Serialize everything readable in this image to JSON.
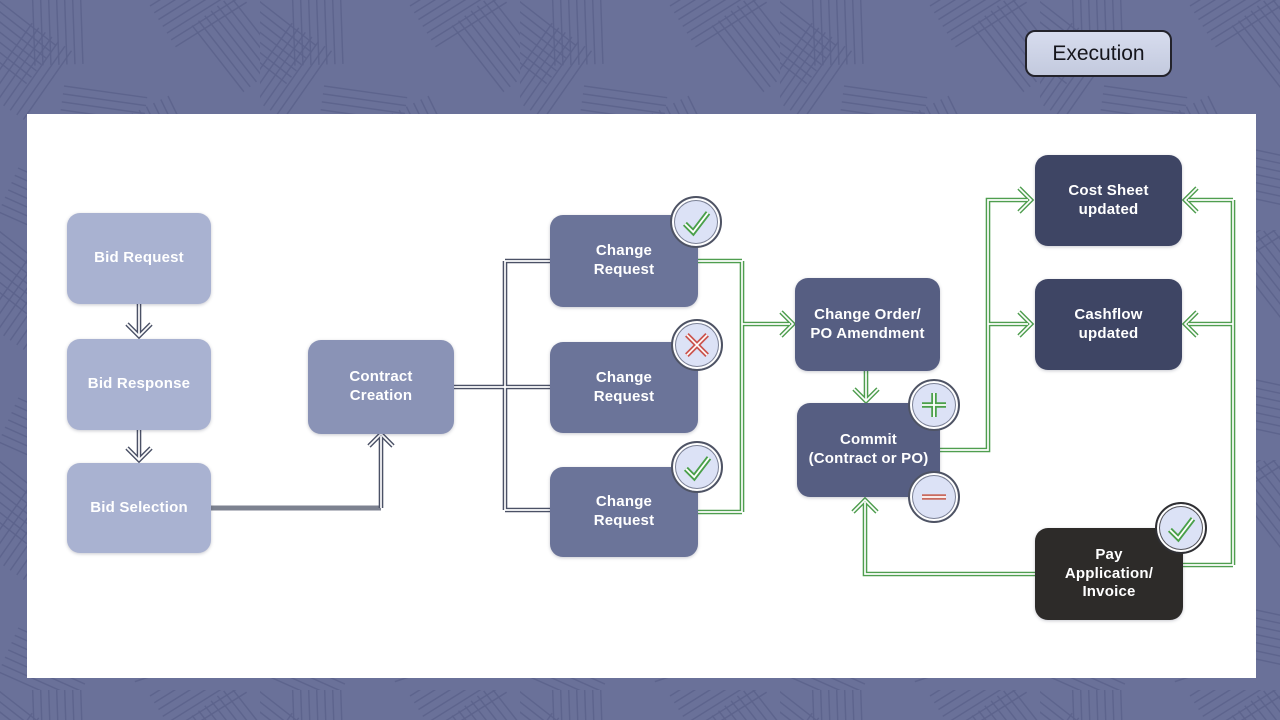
{
  "tab": {
    "label": "Execution"
  },
  "nodes": {
    "bid_request": {
      "label": "Bid Request"
    },
    "bid_response": {
      "label": "Bid Response"
    },
    "bid_selection": {
      "label": "Bid Selection"
    },
    "contract_creation": {
      "label": "Contract\nCreation"
    },
    "change_request_top": {
      "label": "Change\nRequest",
      "badge": "check"
    },
    "change_request_middle": {
      "label": "Change\nRequest",
      "badge": "cross"
    },
    "change_request_bottom": {
      "label": "Change\nRequest",
      "badge": "check"
    },
    "change_order": {
      "label": "Change Order/\nPO Amendment"
    },
    "commit": {
      "label": "Commit\n(Contract or PO)",
      "badge_top": "plus",
      "badge_bottom": "minus"
    },
    "cost_sheet": {
      "label": "Cost Sheet\nupdated"
    },
    "cashflow": {
      "label": "Cashflow\nupdated"
    },
    "pay_application": {
      "label": "Pay\nApplication/\nInvoice",
      "badge": "check"
    }
  },
  "colors": {
    "background": "#6a7199",
    "pattern_line": "#5c638c",
    "canvas": "#ffffff",
    "node_light": "#a9b2d1",
    "node_mid": "#8a93b6",
    "node_change_request": "#6b7499",
    "node_slate": "#565e82",
    "node_navy": "#3e4564",
    "node_black": "#2d2b29",
    "connector_dark": "#4b5166",
    "connector_gray": "#7d8290",
    "connector_green": "#4f9e4f",
    "badge_fill": "#dce2f6",
    "check_green": "#4aa04a",
    "cross_red": "#cb544e",
    "minus_red": "#c96a5f"
  }
}
